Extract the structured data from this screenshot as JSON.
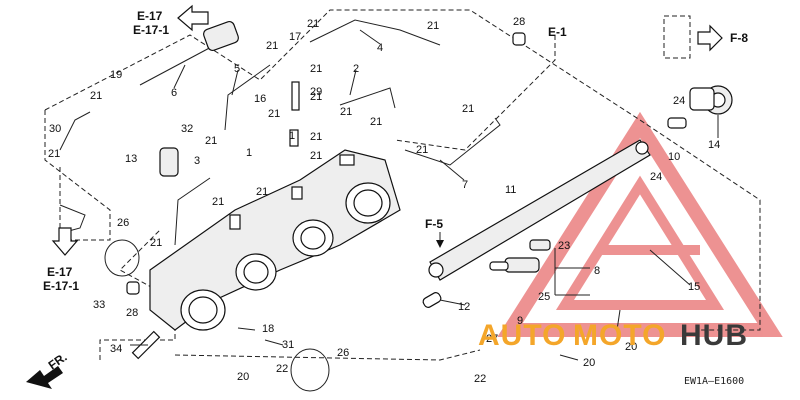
{
  "refs": {
    "e17_top": "E-17",
    "e171_top": "E-17-1",
    "e17_left": "E-17",
    "e171_left": "E-17-1",
    "e1": "E-1",
    "f8": "F-8",
    "f5": "F-5",
    "fr": "FR."
  },
  "code": "EW1A—E1600",
  "watermark": {
    "text_a": "AUTO",
    "text_b": "MOTO",
    "text_c": "HUB",
    "color_a": "#f4a62a",
    "color_b": "#f4a62a",
    "color_c": "#3a3a3a",
    "logo_color": "#e03a3a"
  },
  "labels": {
    "p1a": "1",
    "p1b": "1",
    "p2": "2",
    "p3": "3",
    "p4": "4",
    "p5": "5",
    "p6": "6",
    "p7": "7",
    "p8": "8",
    "p9": "9",
    "p10": "10",
    "p11": "11",
    "p12": "12",
    "p13": "13",
    "p14": "14",
    "p15": "15",
    "p16": "16",
    "p17": "17",
    "p18": "18",
    "p19": "19",
    "p20a": "20",
    "p20b": "20",
    "p20c": "20",
    "p21a": "21",
    "p21b": "21",
    "p21c": "21",
    "p21d": "21",
    "p21e": "21",
    "p21f": "21",
    "p21g": "21",
    "p21h": "21",
    "p21i": "21",
    "p21j": "21",
    "p21k": "21",
    "p21l": "21",
    "p21m": "21",
    "p21n": "21",
    "p21o": "21",
    "p21p": "21",
    "p21q": "21",
    "p21r": "21",
    "p22a": "22",
    "p22b": "22",
    "p23": "23",
    "p24a": "24",
    "p24b": "24",
    "p25": "25",
    "p26a": "26",
    "p26b": "26",
    "p27": "27",
    "p28a": "28",
    "p28b": "28",
    "p29": "29",
    "p30": "30",
    "p31": "31",
    "p32": "32",
    "p33": "33",
    "p34": "34"
  }
}
